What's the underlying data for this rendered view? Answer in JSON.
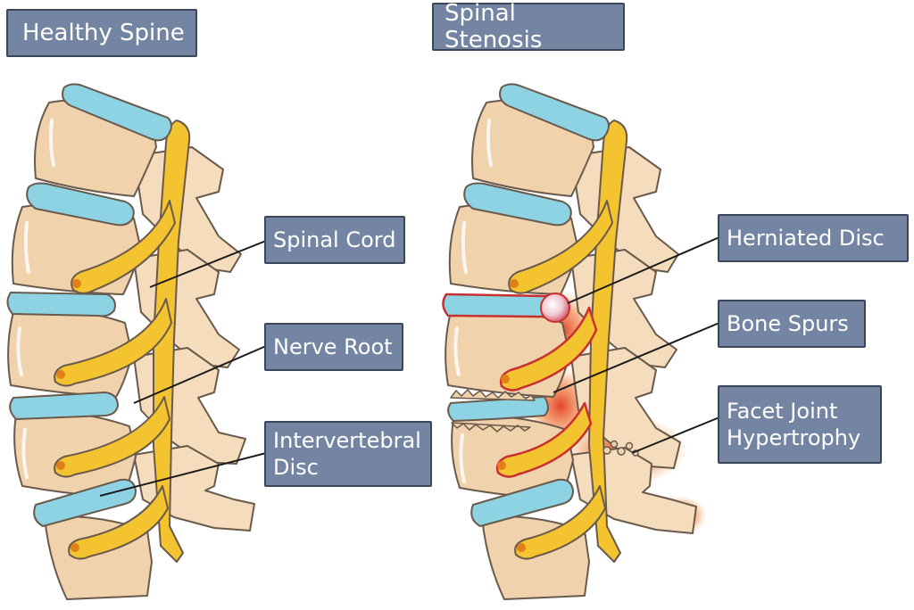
{
  "titles": {
    "healthy": "Healthy Spine",
    "stenosis": "Spinal Stenosis"
  },
  "labels": {
    "spinal_cord": "Spinal Cord",
    "nerve_root": "Nerve Root",
    "intervertebral_disc": "Intervertebral\nDisc",
    "herniated_disc": "Herniated Disc",
    "bone_spurs": "Bone Spurs",
    "facet_joint_hypertrophy": "Facet Joint\nHypertrophy"
  },
  "colors": {
    "bone": "#f0d2ad",
    "bone_outline": "#6a5a4c",
    "disc": "#8dd3e3",
    "nerve": "#f4c330",
    "nerve_dot": "#e08018",
    "inflammation": "#e23a20",
    "label_fill": "#7484a3",
    "label_border": "#3c4659"
  }
}
